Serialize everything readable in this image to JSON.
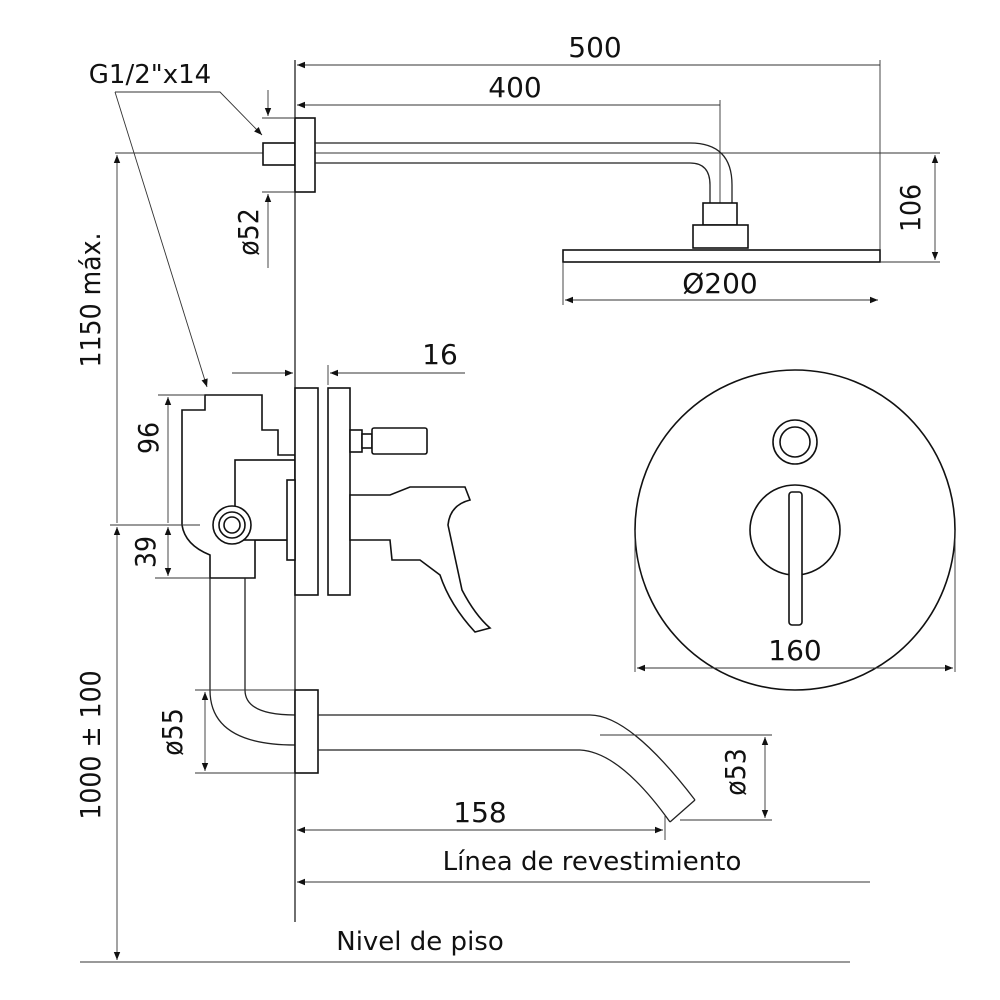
{
  "title": "Shower mixer installation dimensions",
  "dimensions": {
    "total_reach": "500",
    "arm_reach": "400",
    "thread": "G1/2\"x14",
    "flange_diameter": "ø52",
    "head_drop": "106",
    "head_diameter": "Ø200",
    "max_height": "1150 máx.",
    "plate_depth": "16",
    "valve_upper": "96",
    "valve_lower": "39",
    "plate_diameter": "160",
    "spout_flange_diameter": "ø55",
    "spout_diameter": "ø53",
    "spout_reach": "158",
    "valve_height": "1000 ± 100"
  },
  "labels": {
    "wall_line": "Línea de revestimiento",
    "floor_level": "Nivel de piso"
  }
}
